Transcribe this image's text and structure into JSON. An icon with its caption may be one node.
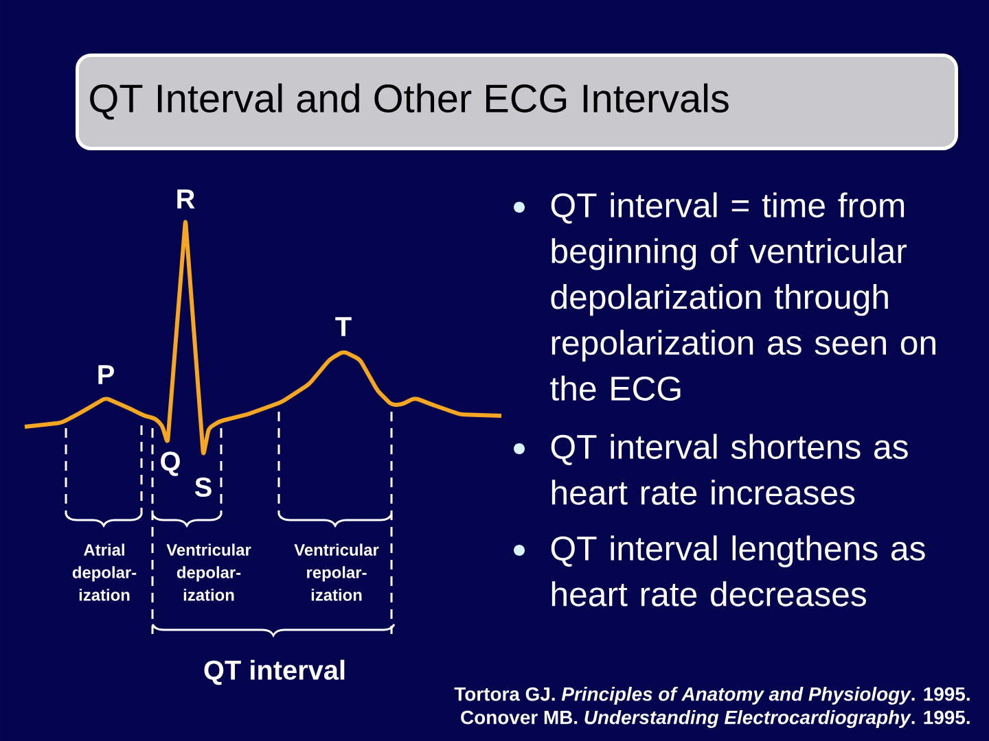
{
  "diagram": {
    "title": "QT Interval and Other ECG Intervals",
    "labels": [
      "R",
      "QT interval = time from beginning of ventricular depolarization through repolarization as seen on the ECG",
      "T",
      "P",
      "Q",
      "S",
      "QT interval shortens as heart rate increases",
      "Atrial depolar- ization",
      "Ventricular depolar- ization",
      "Ventricular repolar- ization",
      "QT interval lengthens as heart rate decreases",
      "QT interval",
      "Tortora GJ. *Principles of Anatomy and Physiology*. 1995.",
      "Conover MB. *Understanding Electrocardiography*. 1995."
    ]
  }
}
